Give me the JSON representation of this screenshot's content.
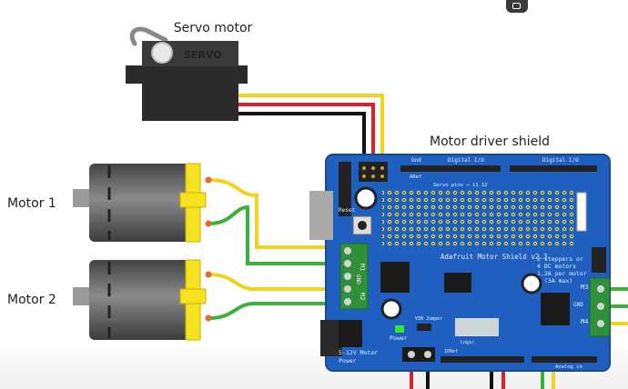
{
  "labels": {
    "servo_title": "Servo motor",
    "servo_brand": "SERVO",
    "shield_title": "Motor driver shield",
    "motor1": "Motor 1",
    "motor2": "Motor 2"
  },
  "board": {
    "name": "Adafruit Motor Shield v2.3",
    "reset": "Reset",
    "servo_pins": "Servo pins → 11 12",
    "stepper_note_1": "2 steppers or",
    "stepper_note_2": "4 DC motors",
    "stepper_note_3": "1.2A per motor",
    "stepper_note_4": "(3A max)",
    "power_label": "Power",
    "motor_power_1": "5-12V Motor",
    "motor_power_2": "Power",
    "m1": "M1",
    "m2": "M2",
    "m3": "M3",
    "m4": "M4",
    "gnd": "GND",
    "digital_io": "Digital I/O",
    "analog_in": "Analog in",
    "vin_jumper": "VIN Jumper",
    "logic": "Logic",
    "gnd_short": "Gnd",
    "aref": "ARef",
    "ioref": "IORef"
  },
  "colors": {
    "board_blue": "#1f5fbf",
    "wire_yellow": "#f2d21b",
    "wire_green": "#3bb13b",
    "wire_red": "#d8232a",
    "wire_black": "#111111",
    "motor_yellow": "#f5e21e",
    "motor_gray": "#555555"
  }
}
